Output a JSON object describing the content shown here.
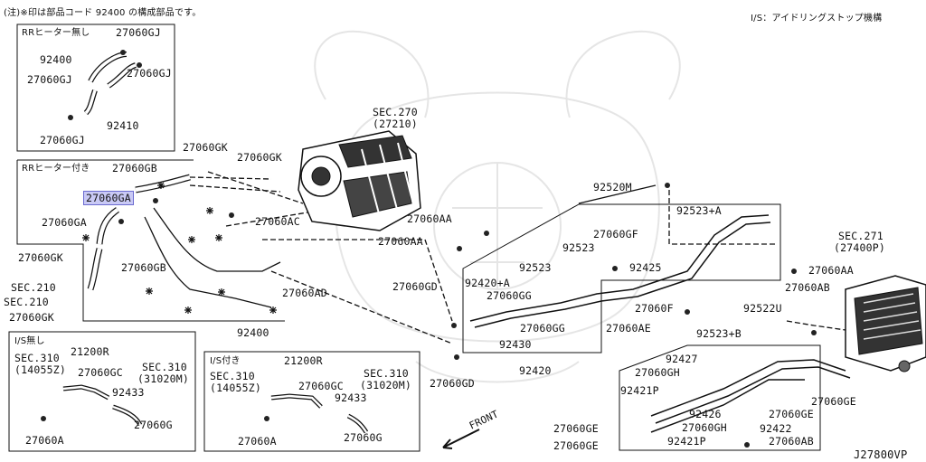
{
  "header": {
    "note": "(注)※印は部品コード 92400 の構成部品です。",
    "idle_stop_note": "I/S：アイドリングストップ機構"
  },
  "footer": {
    "diagram_code": "J27800VP",
    "front_label": "FRONT"
  },
  "boxes": {
    "rr_heater_none": "RRヒーター無し",
    "rr_heater_with": "RRヒーター付き",
    "is_none": "I/S無し",
    "is_with": "I/S付き"
  },
  "sections": {
    "sec270": "SEC.270",
    "sec270_code": "(27210)",
    "sec271": "SEC.271",
    "sec271_code": "(27400P)",
    "sec210_a": "SEC.210",
    "sec210_b": "SEC.210",
    "sec310_a": "SEC.310",
    "sec310_a_code": "(14055Z)",
    "sec310_b": "SEC.310",
    "sec310_b_code": "(31020M)",
    "sec310_c": "SEC.310",
    "sec310_c_code": "(14055Z)",
    "sec310_d": "SEC.310",
    "sec310_d_code": "(31020M)"
  },
  "parts": {
    "p27060GJ_1": "27060GJ",
    "p92400_1": "92400",
    "p27060GJ_2": "27060GJ",
    "p27060GJ_3": "27060GJ",
    "p92410": "92410",
    "p27060GJ_4": "27060GJ",
    "p27060GB": "27060GB",
    "p27060GK_1": "27060GK",
    "p27060GK_2": "27060GK",
    "p27060GA_hl": "27060GA",
    "p27060GA": "27060GA",
    "p27060AC": "27060AC",
    "p27060GK_3": "27060GK",
    "p27060GB_2": "27060GB",
    "p27060GK_4": "27060GK",
    "p27060AD": "27060AD",
    "p92400_2": "92400",
    "p21200R_1": "21200R",
    "p27060GC_1": "27060GC",
    "p92433_1": "92433",
    "p27060G_1": "27060G",
    "p27060A_1": "27060A",
    "p21200R_2": "21200R",
    "p27060GC_2": "27060GC",
    "p92433_2": "92433",
    "p27060G_2": "27060G",
    "p27060A_2": "27060A",
    "p92520M": "92520M",
    "p92523A": "92523+A",
    "p27060AA_1": "27060AA",
    "p27060AA_2": "27060AA",
    "p27060GF": "27060GF",
    "p92523_1": "92523",
    "p92523_2": "92523",
    "p92425": "92425",
    "p27060GD_1": "27060GD",
    "p92420A": "92420+A",
    "p27060GG_1": "27060GG",
    "p27060GG_2": "27060GG",
    "p92430": "92430",
    "p27060F": "27060F",
    "p27060AE": "27060AE",
    "p92420": "92420",
    "p27060GD_2": "27060GD",
    "p27060AA_3": "27060AA",
    "p27060AB_1": "27060AB",
    "p92522U": "92522U",
    "p92523B": "92523+B",
    "p92427": "92427",
    "p27060GH_1": "27060GH",
    "p92421P_1": "92421P",
    "p92426": "92426",
    "p27060GH_2": "27060GH",
    "p27060GE_1": "27060GE",
    "p27060GE_2": "27060GE",
    "p92422": "92422",
    "p27060GE_3": "27060GE",
    "p27060GE_4": "27060GE",
    "p92421P_2": "92421P",
    "p27060AB_2": "27060AB"
  }
}
